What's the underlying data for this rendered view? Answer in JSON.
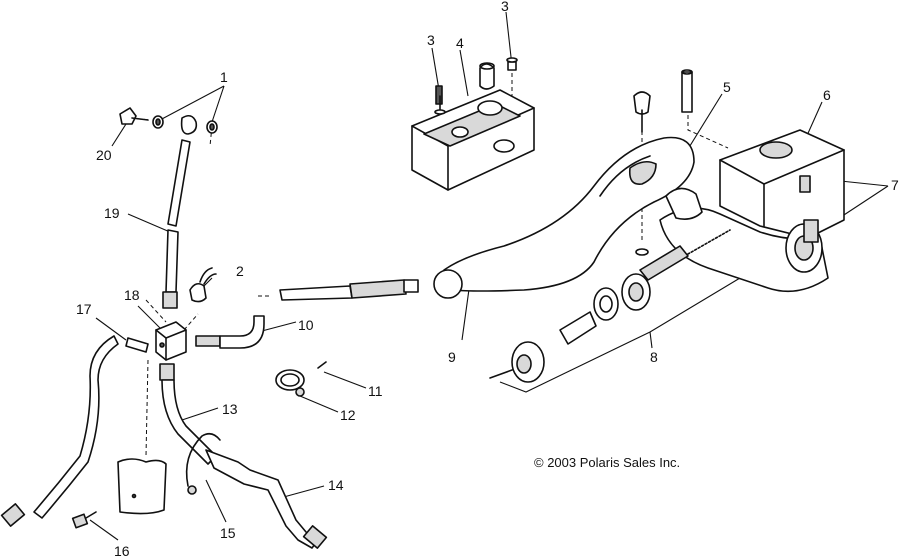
{
  "callouts": {
    "c1": "1",
    "c2": "2",
    "c3a": "3",
    "c3b": "3",
    "c4": "4",
    "c5": "5",
    "c6": "6",
    "c7": "7",
    "c8": "8",
    "c9": "9",
    "c10": "10",
    "c11": "11",
    "c12": "12",
    "c13": "13",
    "c14": "14",
    "c15": "15",
    "c16": "16",
    "c17": "17",
    "c18": "18",
    "c19": "19",
    "c20": "20"
  },
  "copyright": "© 2003 Polaris Sales Inc."
}
